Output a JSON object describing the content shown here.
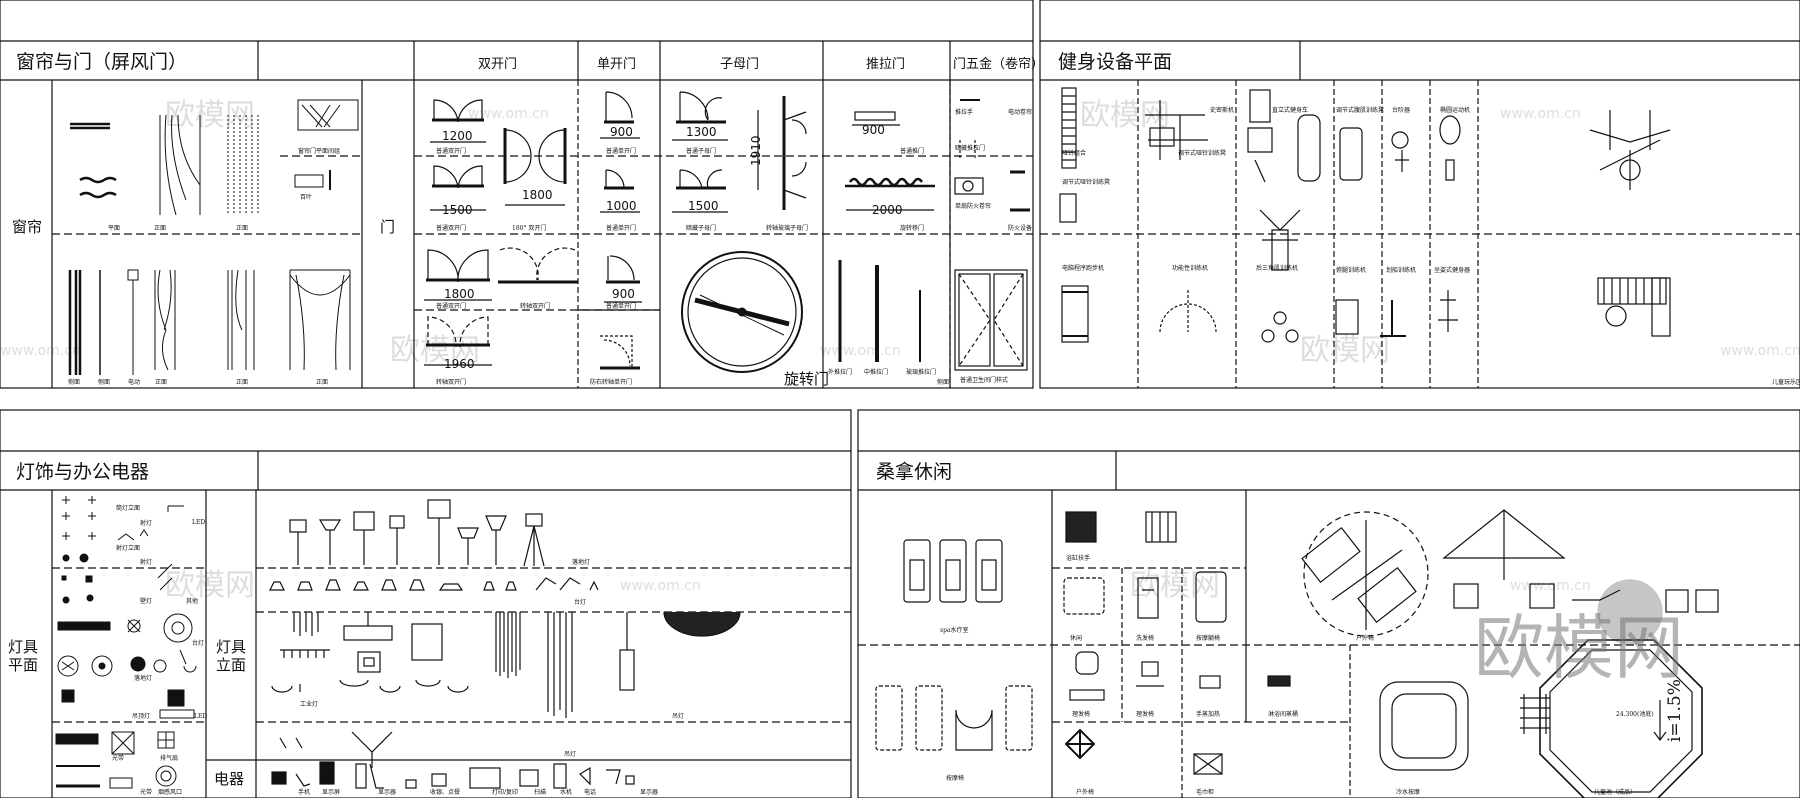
{
  "watermark": {
    "text": "欧模网",
    "small": "www.om.cn",
    "big": "欧模网"
  },
  "panel_curtains_doors": {
    "title": "窗帘与门（屏风门）",
    "side_curtain": "窗帘",
    "side_door": "门",
    "door_headers": [
      "双开门",
      "单开门",
      "子母门",
      "推拉门",
      "门五金（卷帘）"
    ],
    "curtain_captions": [
      "平面",
      "正面",
      "正面",
      "窗帘门平面间组",
      "百叶",
      "侧面",
      "侧面",
      "电动",
      "正面",
      "正面",
      "正面"
    ],
    "dims": [
      "1200",
      "1800",
      "1500",
      "900",
      "1000",
      "1300",
      "1500",
      "1910",
      "900",
      "2000",
      "1800",
      "900",
      "1960"
    ],
    "door_captions": [
      "普通双开门",
      "180° 双开门",
      "普通双开门",
      "普通单开门",
      "普通单开门",
      "普通子母门",
      "暗藏子母门",
      "转轴玻璃子母门",
      "普通推门",
      "普通移门",
      "旋转移门",
      "普通双开门",
      "转轴双开门",
      "转轴双开门",
      "普通单开门",
      "防石转轴单开门",
      "外推拉门",
      "中推拉门",
      "玻璃推拉门",
      "普通卫生间门样式",
      "侧面",
      "暗藏推拉门",
      "单扇防火卷帘",
      "防火设备",
      "推拉手",
      "电动卷帘"
    ],
    "revolving": "旋转门"
  },
  "panel_fitness": {
    "title": "健身设备平面",
    "captions": [
      "哑铃组合",
      "史密斯机",
      "调节式哑铃训练凳",
      "调节式哑铃训练凳",
      "直立式健身车",
      "调节式腹肌训练凳",
      "台阶器",
      "椭圆运动机",
      "电脑程序跑步机",
      "功能性训练机",
      "后三角肌训练机",
      "俯腿训练机",
      "划船训练机",
      "坐姿式健身器",
      "儿童玩乐区"
    ]
  },
  "panel_lighting": {
    "title": "灯饰与办公电器",
    "side_plan": "灯具\n平面",
    "side_elev": "灯具\n立面",
    "side_elec": "电器",
    "captions": [
      "筒灯立面",
      "LED",
      "射灯",
      "射灯立面",
      "射灯",
      "壁灯",
      "其他",
      "台灯",
      "落地灯",
      "吊顶灯",
      "落地灯",
      "台灯",
      "吊灯",
      "工业灯",
      "吊灯",
      "手机",
      "显示屏",
      "显示器",
      "收银、点餐",
      "打印/复印",
      "扫描",
      "水机",
      "电话",
      "显示器",
      "光带",
      "排气扇",
      "光带",
      "烟感风口",
      "LED"
    ]
  },
  "panel_sauna": {
    "title": "桑拿休闲",
    "captions": [
      "spa水疗室",
      "浴缸扶手",
      "休闲",
      "洗发椅",
      "按摩躺椅",
      "户外椅",
      "理发椅",
      "理发椅",
      "手蒸加热",
      "淋浴间蒸桶",
      "按摩椅",
      "户外椅",
      "毛巾柜",
      "冷水按摩",
      "儿童池（成品）",
      "24.300(池底)"
    ],
    "slope": "i=1.5%"
  }
}
